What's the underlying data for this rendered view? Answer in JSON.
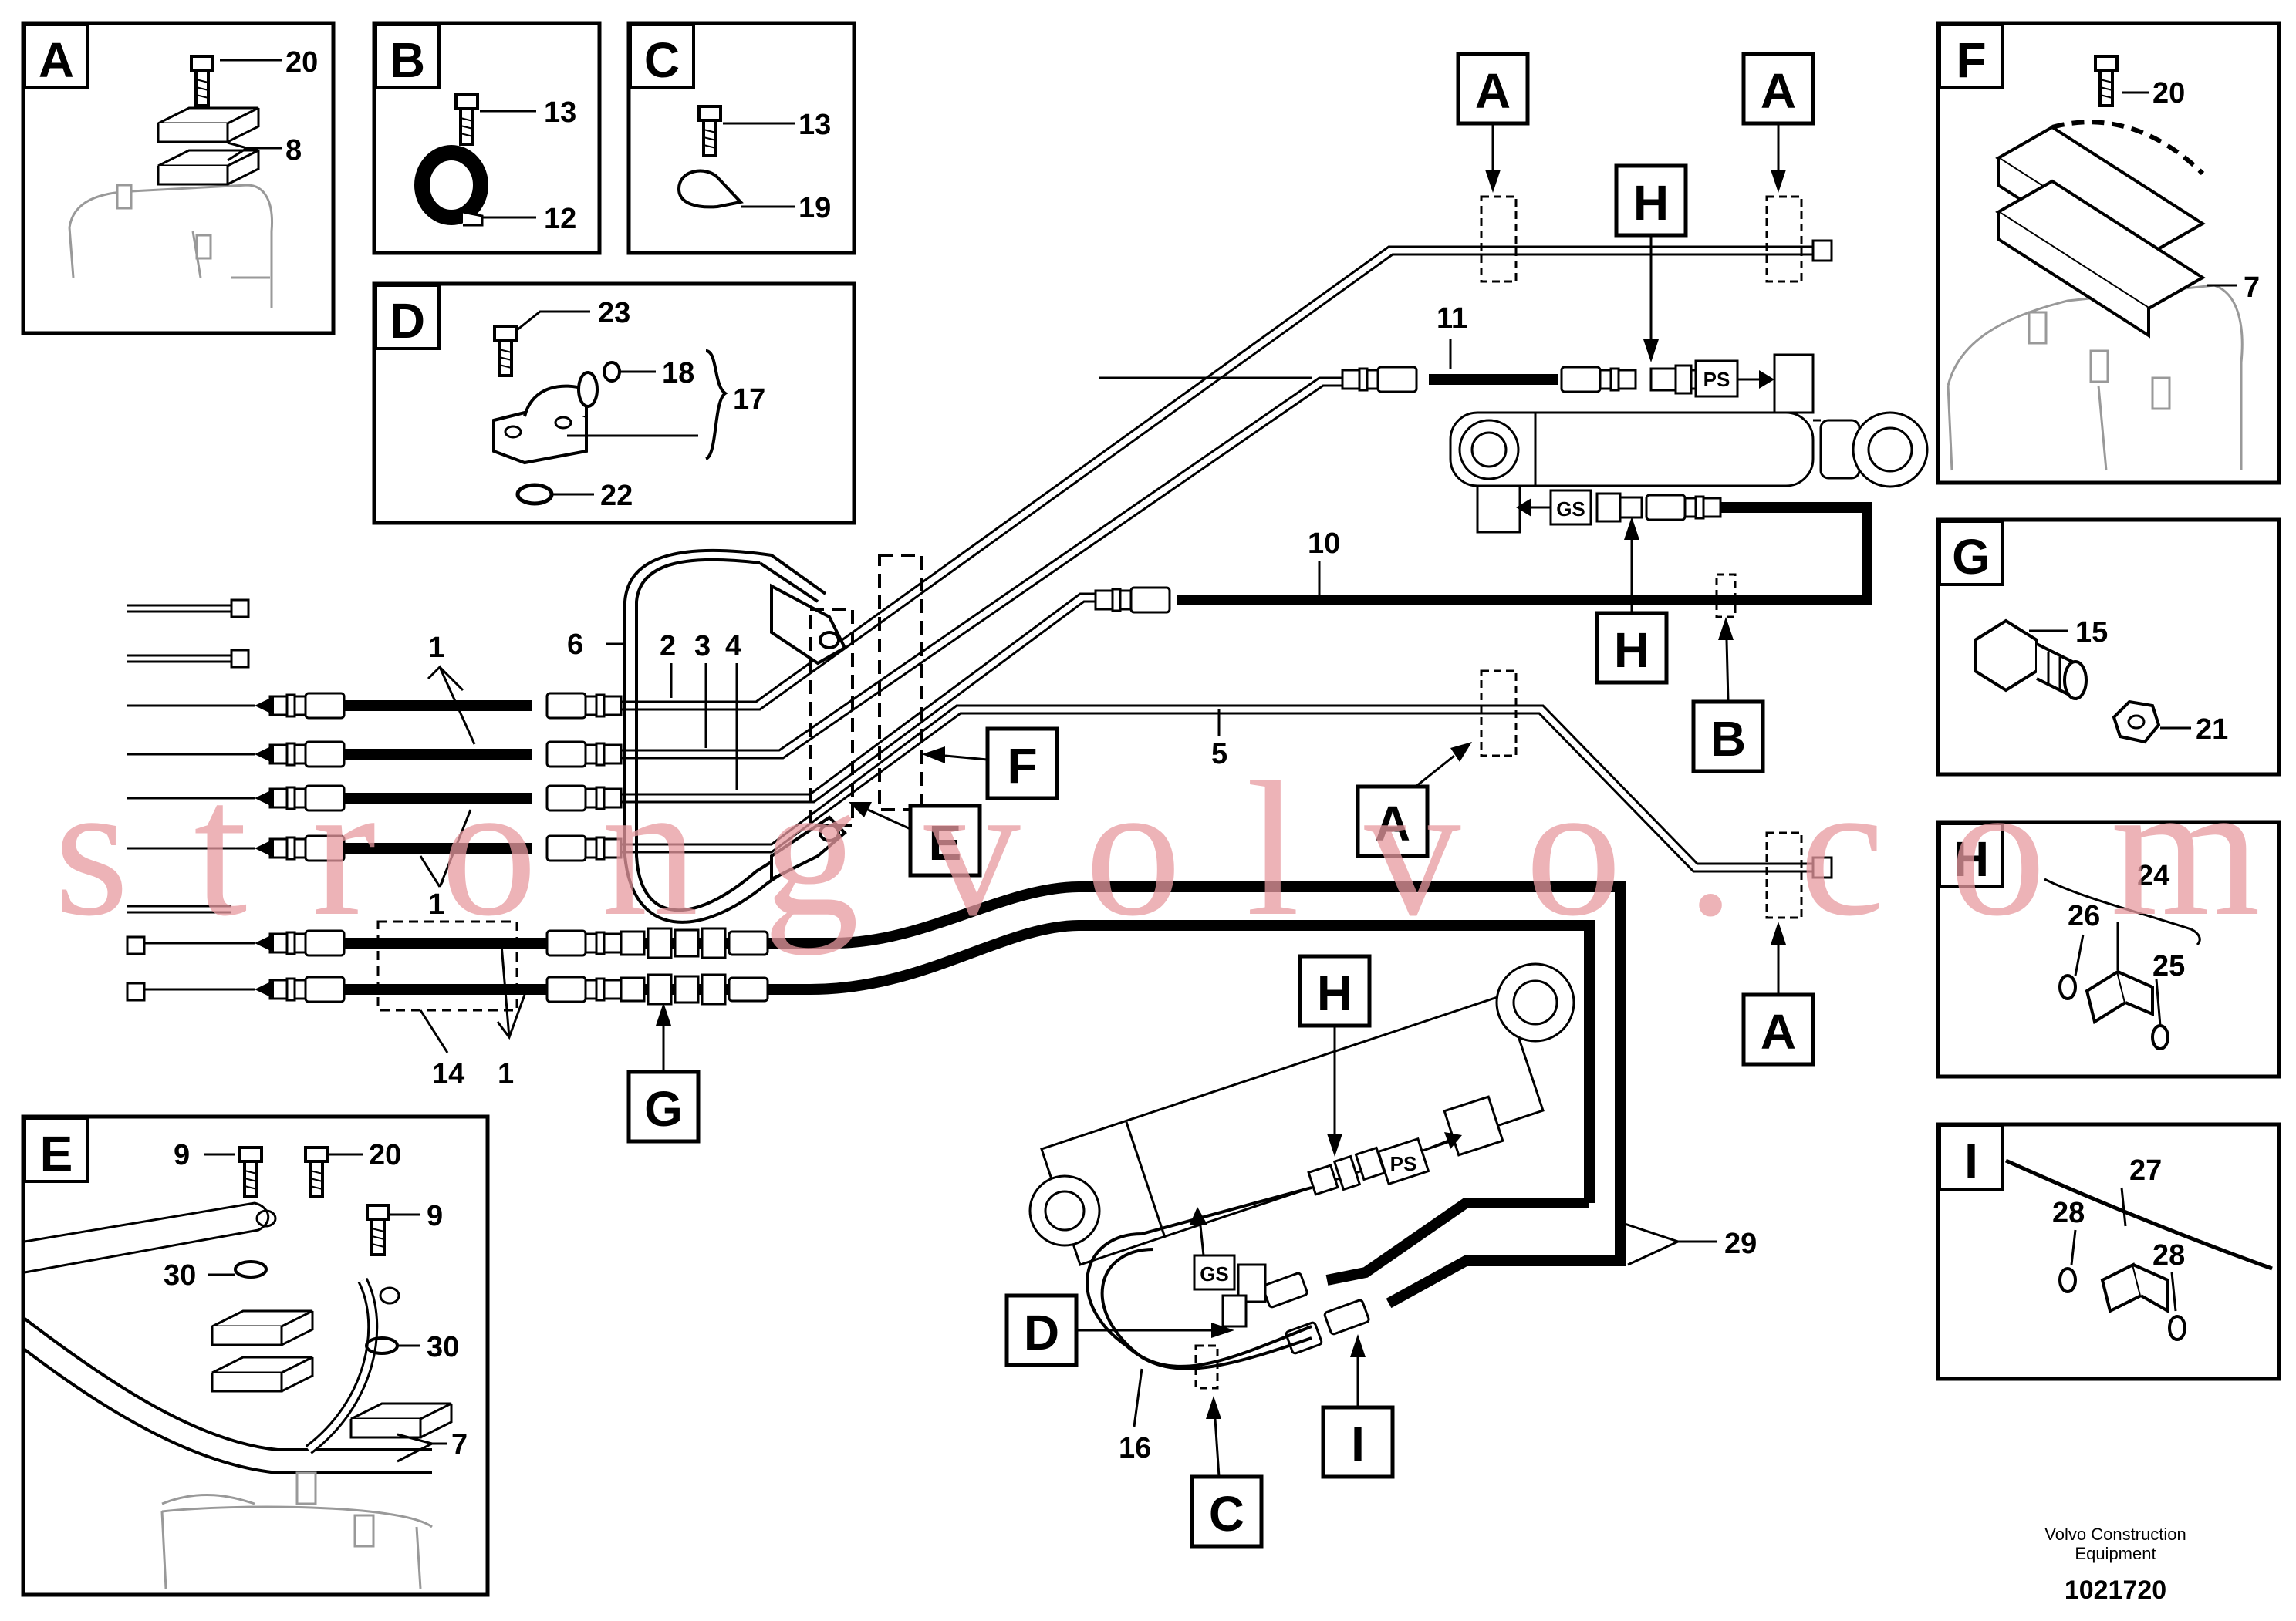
{
  "detail_panels": {
    "A": {
      "letter": "A",
      "callouts": [
        "20",
        "8"
      ]
    },
    "B": {
      "letter": "B",
      "callouts": [
        "13",
        "12"
      ]
    },
    "C": {
      "letter": "C",
      "callouts": [
        "13",
        "19"
      ]
    },
    "D": {
      "letter": "D",
      "callouts": [
        "23",
        "18",
        "17",
        "22"
      ]
    },
    "E": {
      "letter": "E",
      "callouts": [
        "9",
        "20",
        "9",
        "30",
        "30",
        "7"
      ]
    },
    "F": {
      "letter": "F",
      "callouts": [
        "20",
        "7"
      ]
    },
    "G": {
      "letter": "G",
      "callouts": [
        "15",
        "21"
      ]
    },
    "H": {
      "letter": "H",
      "callouts": [
        "24",
        "26",
        "25"
      ]
    },
    "I": {
      "letter": "I",
      "callouts": [
        "27",
        "28",
        "28"
      ]
    }
  },
  "main_letters": {
    "a1": "A",
    "a2": "A",
    "a3": "A",
    "a4": "A",
    "h1": "H",
    "h2": "H",
    "h3": "H",
    "b": "B",
    "f": "F",
    "e": "E",
    "g": "G",
    "d": "D",
    "i": "I",
    "c": "C"
  },
  "main_callouts": {
    "n1a": "1",
    "n1b": "1",
    "n1c": "1",
    "n2": "2",
    "n3": "3",
    "n4": "4",
    "n5": "5",
    "n6": "6",
    "n10": "10",
    "n11": "11",
    "n14": "14",
    "n16": "16",
    "n29": "29"
  },
  "port_tags": {
    "ps1": "PS",
    "gs1": "GS",
    "ps2": "PS",
    "gs2": "GS"
  },
  "watermark": "strongvolvo.com",
  "footer": {
    "company_line1": "Volvo Construction",
    "company_line2": "Equipment",
    "drawing_number": "1021720"
  }
}
